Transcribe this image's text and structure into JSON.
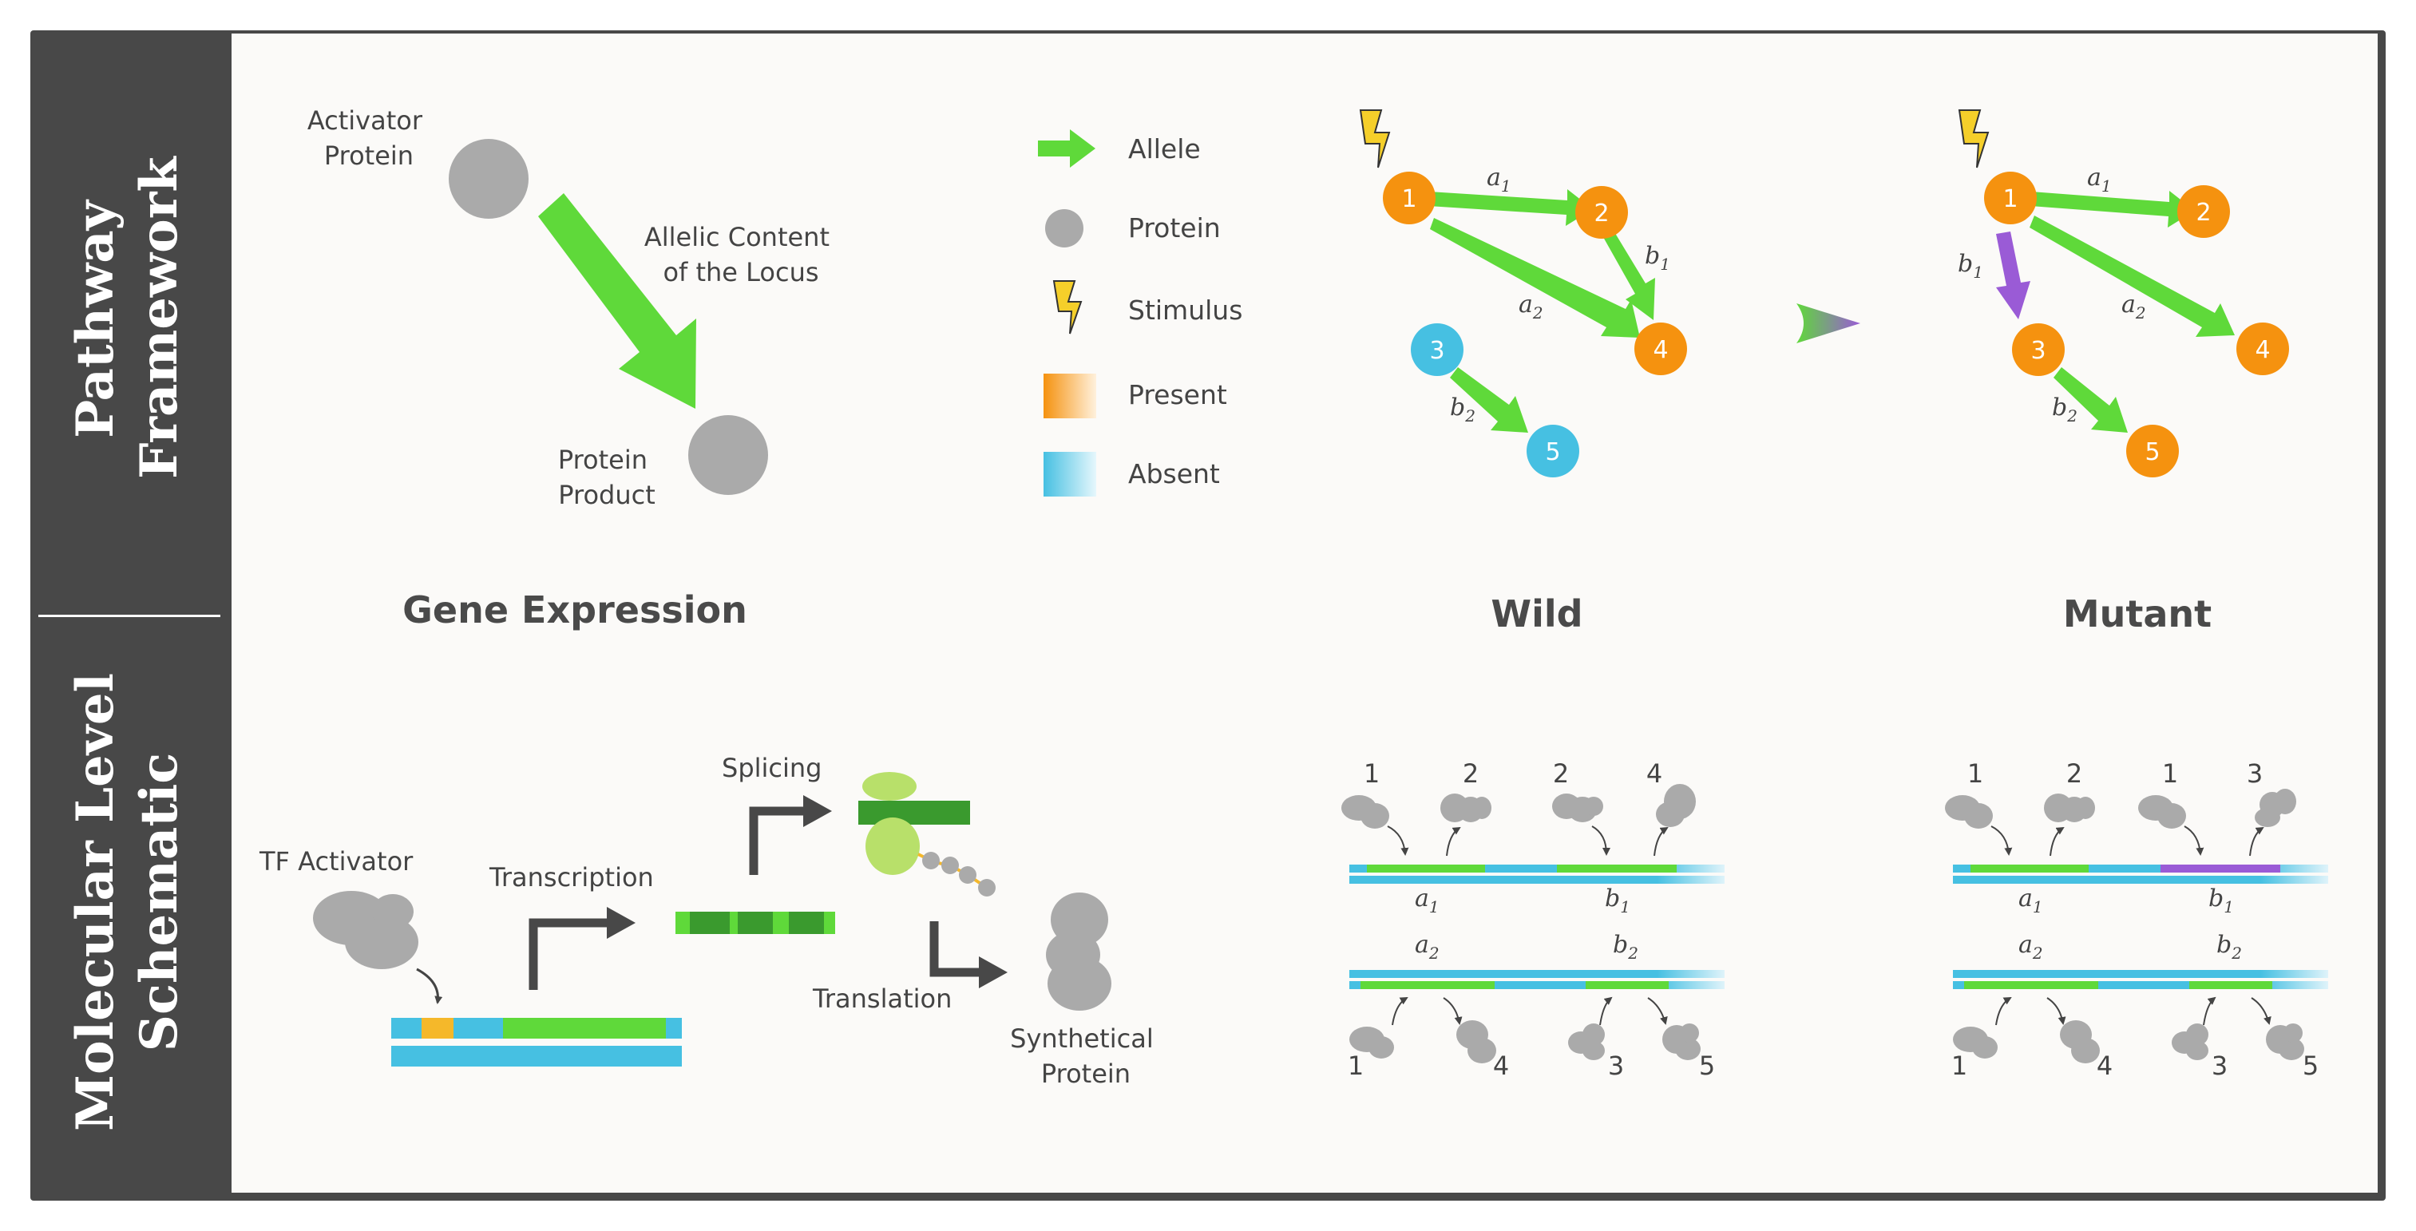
{
  "sidebar": {
    "top_label": "Pathway Framework",
    "top_lines": [
      "Pathway",
      "Framework"
    ],
    "bottom_label": "Molecular Level Schematic",
    "bottom_lines": [
      "Molecular Level",
      "Schematic"
    ]
  },
  "gene_expression": {
    "header": "Gene Expression",
    "activator_lines": [
      "Activator",
      "Protein"
    ],
    "allelic_lines": [
      "Allelic Content",
      "of the Locus"
    ],
    "product_lines": [
      "Protein",
      "Product"
    ]
  },
  "legend": {
    "items": [
      {
        "icon": "green-arrow-icon",
        "label": "Allele"
      },
      {
        "icon": "gray-circle-icon",
        "label": "Protein"
      },
      {
        "icon": "lightning-bolt-icon",
        "label": "Stimulus"
      },
      {
        "icon": "orange-gradient-swatch",
        "label": "Present"
      },
      {
        "icon": "blue-gradient-swatch",
        "label": "Absent"
      }
    ]
  },
  "wild": {
    "header": "Wild",
    "nodes": [
      "1",
      "2",
      "3",
      "4",
      "5"
    ],
    "edges": {
      "a1": "a",
      "a2": "a",
      "b1": "b",
      "b2": "b"
    }
  },
  "mutant": {
    "header": "Mutant",
    "nodes": [
      "1",
      "2",
      "3",
      "4",
      "5"
    ]
  },
  "molecular": {
    "tf_activator": "TF Activator",
    "transcription": "Transcription",
    "splicing": "Splicing",
    "translation": "Translation",
    "synthetical_lines": [
      "Synthetical",
      "Protein"
    ],
    "wild_top_numbers": [
      "1",
      "2",
      "2",
      "4"
    ],
    "wild_bottom_numbers": [
      "1",
      "4",
      "3",
      "5"
    ],
    "mutant_top_numbers": [
      "1",
      "2",
      "1",
      "3"
    ],
    "mutant_bottom_numbers": [
      "1",
      "4",
      "3",
      "5"
    ],
    "allele_labels": {
      "a1": "a",
      "b1": "b",
      "a2": "a",
      "b2": "b",
      "sub1": "1",
      "sub2": "2"
    }
  },
  "colors": {
    "green": "#5fd93a",
    "dark_green": "#3a9a2e",
    "light_green": "#b8e06a",
    "orange": "#f5920f",
    "blue": "#46c0e2",
    "gray": "#aaaaaa",
    "purple": "#9a5bd6",
    "yellow": "#f5cf2a",
    "dark": "#484848"
  }
}
